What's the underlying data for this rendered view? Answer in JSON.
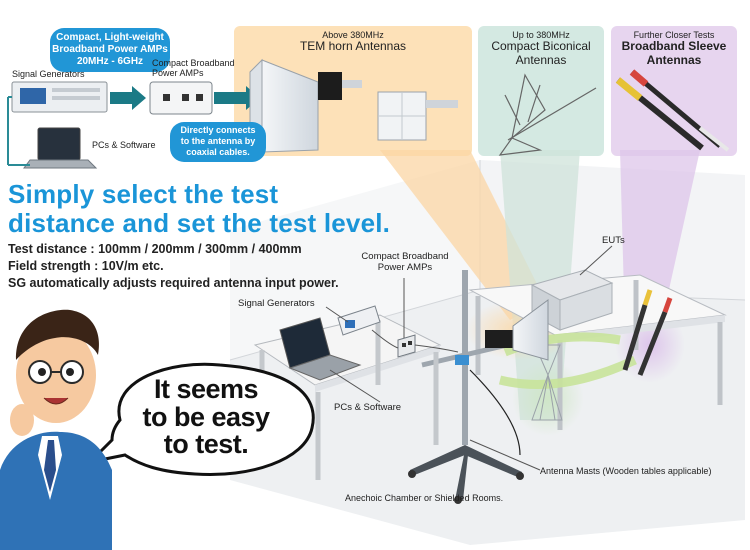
{
  "top": {
    "amp_bubble": [
      "Compact, Light-weight",
      "Broadband Power AMPs",
      "20MHz - 6GHz"
    ],
    "signal_generators": "Signal Generators",
    "compact_amps": [
      "Compact Broadband",
      "Power AMPs"
    ],
    "pcs_software": "PCs & Software",
    "connect_bubble": [
      "Directly connects",
      "to the antenna by",
      "coaxial cables."
    ]
  },
  "panels": {
    "tem": {
      "sub": "Above 380MHz",
      "title": "TEM horn Antennas"
    },
    "biconical": {
      "sub": "Up to 380MHz",
      "title": [
        "Compact Biconical",
        "Antennas"
      ]
    },
    "sleeve": {
      "sub": "Further Closer Tests",
      "title": [
        "Broadband Sleeve",
        "Antennas"
      ]
    }
  },
  "headline": [
    "Simply select the test",
    "distance and set the test level."
  ],
  "specs": [
    "Test distance : 100mm / 200mm / 300mm / 400mm",
    "Field strength : 10V/m etc.",
    "SG automatically adjusts required antenna input power."
  ],
  "speech": [
    "It seems",
    "to be easy",
    "to test."
  ],
  "scene": {
    "compact_amps": [
      "Compact Broadband",
      "Power AMPs"
    ],
    "signal_generators": "Signal Generators",
    "pcs_software": "PCs & Software",
    "euts": "EUTs",
    "masts": "Antenna Masts (Wooden tables applicable)",
    "chamber": "Anechoic Chamber or Shielded Rooms."
  },
  "colors": {
    "headline": "#1a95d8",
    "bubble": "#2196d6",
    "tem_panel": "#fde1b8",
    "biconical_panel": "#d4e9e2",
    "sleeve_panel": "#e7d5ef",
    "arrow": "#1b7a86"
  }
}
